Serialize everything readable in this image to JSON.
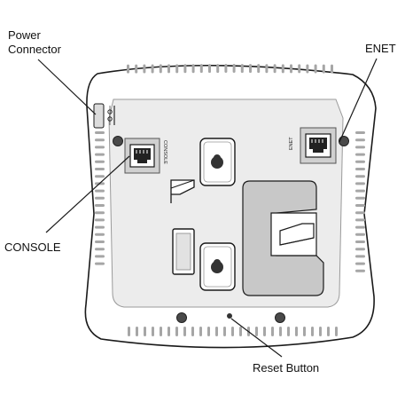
{
  "callouts": {
    "power_line1": "Power",
    "power_line2": "Connector",
    "enet": "ENET",
    "console": "CONSOLE",
    "reset": "Reset Button"
  },
  "device": {
    "console_port_text": "CONSOLE",
    "enet_port_text": "ENET"
  },
  "colors": {
    "line": "#1a1a1a",
    "body_fill": "#ffffff",
    "panel_fill": "#ededed",
    "port_fill": "#cfcfcf",
    "bay_fill": "#c9c9c9",
    "vent": "#a6a6a6"
  }
}
